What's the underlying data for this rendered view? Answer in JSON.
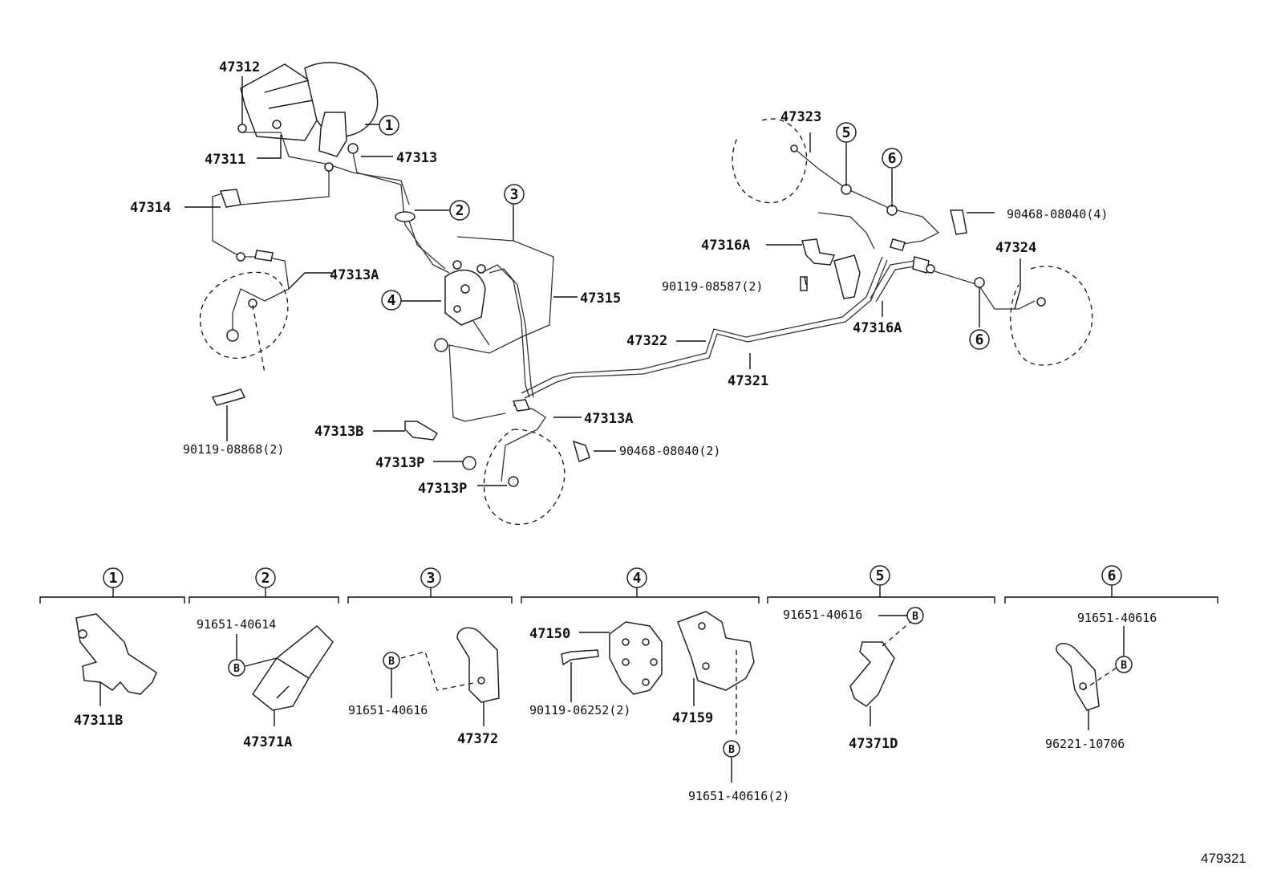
{
  "labels": {
    "p47312": "47312",
    "p47311": "47311",
    "p47313": "47313",
    "p47314": "47314",
    "p47313A_l": "47313A",
    "p47315": "47315",
    "p47313A_c": "47313A",
    "p47313B": "47313B",
    "p47313P_1": "47313P",
    "p47313P_2": "47313P",
    "b90468_2": "90468-08040(2)",
    "b90119_08868": "90119-08868(2)",
    "p47322": "47322",
    "p47321": "47321",
    "p47323": "47323",
    "p47316A_1": "47316A",
    "p47316A_2": "47316A",
    "b90119_08587": "90119-08587(2)",
    "b90468_4": "90468-08040(4)",
    "p47324": "47324",
    "p47311B": "47311B",
    "b91651_40614": "91651-40614",
    "p47371A": "47371A",
    "b91651_40616_s3": "91651-40616",
    "p47372": "47372",
    "p47150": "47150",
    "b90119_06252": "90119-06252(2)",
    "p47159": "47159",
    "b91651_40616_2": "91651-40616(2)",
    "b91651_40616_s5": "91651-40616",
    "p47371D": "47371D",
    "b91651_40616_s6": "91651-40616",
    "p96221": "96221-10706"
  },
  "callouts": {
    "c1_top": "1",
    "c2_top": "2",
    "c3_top": "3",
    "c4_top": "4",
    "c5_top": "5",
    "c6_top": "6",
    "c6_right": "6",
    "s1": "1",
    "s2": "2",
    "s3": "3",
    "s4": "4",
    "s5": "5",
    "s6": "6"
  },
  "bolt_marker": "B",
  "figure_id": "479321"
}
